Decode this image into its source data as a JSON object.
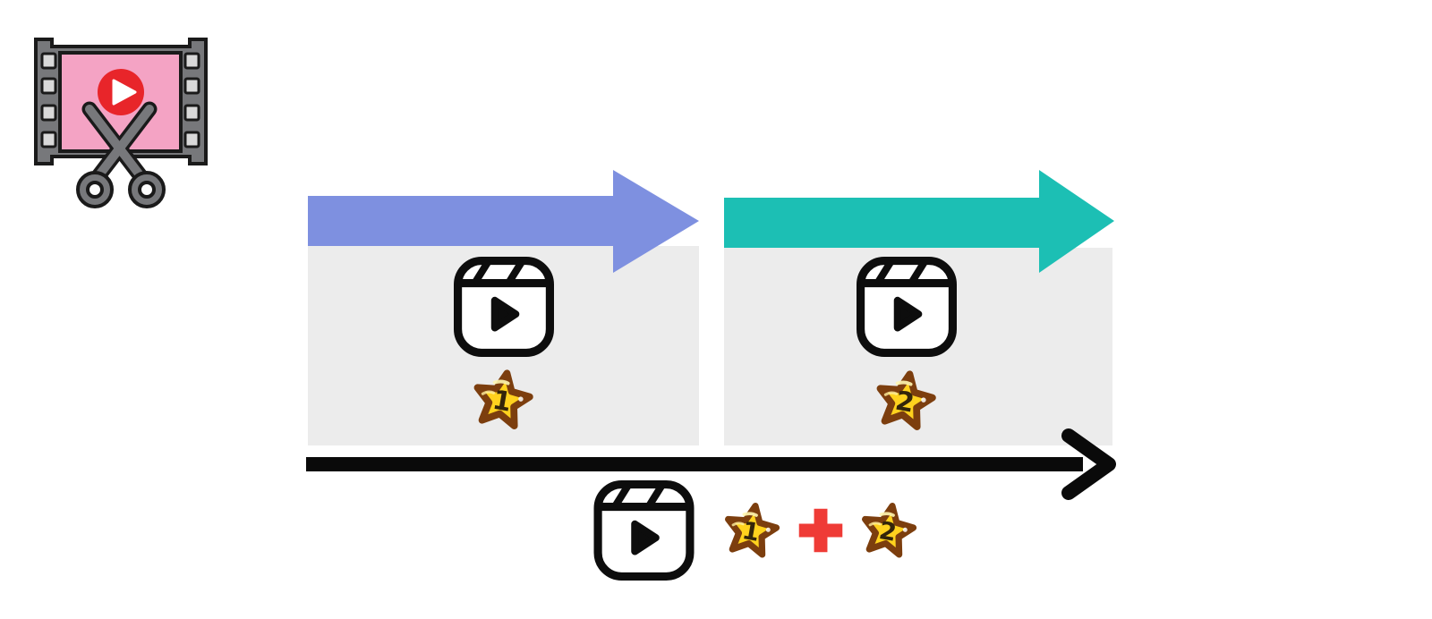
{
  "diagram": {
    "description": "Two video clips joined into one video on a timeline",
    "header": {
      "icon": "video-cut-icon"
    },
    "clips": [
      {
        "name": "clip-1",
        "icon": "reels-icon",
        "star": "1",
        "arrow_color": "#7E90E0"
      },
      {
        "name": "clip-2",
        "icon": "reels-icon",
        "star": "2",
        "arrow_color": "#1CBFB4"
      }
    ],
    "timeline": {
      "color": "#0A0A0A"
    },
    "result": {
      "icon": "reels-icon",
      "stars": [
        "1",
        "2"
      ],
      "operator": "+",
      "operator_color": "#EF3B36"
    },
    "colors": {
      "background": "#FFFFFF",
      "clip_box": "#ECECEC",
      "star_fill": "#FFD21E",
      "star_border": "#7C3E0E",
      "star_digit": "#33250A",
      "film_gray": "#77787B",
      "film_pink": "#F4A3C4",
      "play_red": "#E8252A"
    }
  }
}
